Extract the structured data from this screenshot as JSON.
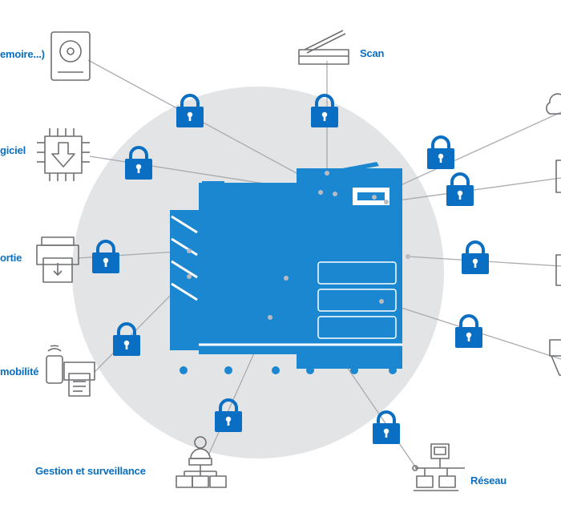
{
  "colors": {
    "accent": "#0a6fc2",
    "printer": "#1b87d1",
    "circle": "#e3e4e6",
    "line": "#a8abb0",
    "icon_stroke": "#6d6f73",
    "lock_dark": "#0c5aa6"
  },
  "labels": {
    "memory": "emoire...)",
    "software": "giciel",
    "output": "ortie",
    "mobility": "mobilité",
    "management": "Gestion et surveillance",
    "scan": "Scan",
    "network": "Réseau"
  },
  "icons": {
    "memory": "hard-disk-icon",
    "software": "chip-download-icon",
    "output": "printer-output-icon",
    "mobility": "mobile-printing-icon",
    "management": "org-chart-icon",
    "scan": "scanner-icon",
    "network": "network-icon",
    "cloud": "cloud-icon",
    "right_doc": "document-icon",
    "right_panel": "panel-icon",
    "right_fax": "fax-icon",
    "lock": "padlock-icon",
    "center": "multifunction-printer-icon"
  }
}
